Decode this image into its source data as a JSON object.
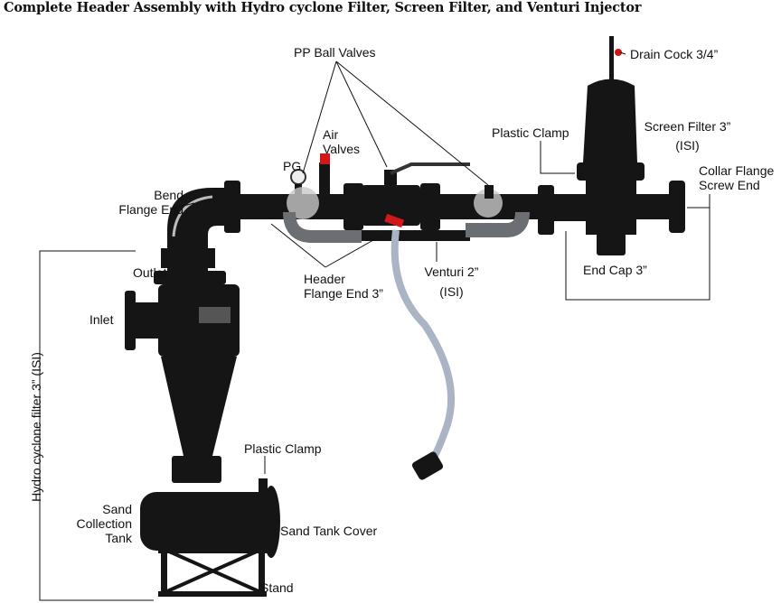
{
  "title": "Complete Header Assembly with Hydro cyclone Filter, Screen Filter, and Venturi  Injector",
  "labels": {
    "pp_ball_valves": "PP Ball Valves",
    "air_valves_1": "Air",
    "air_valves_2": "Valves",
    "pg": "PG",
    "bend_1": "Bend",
    "bend_2": "Flange End",
    "outlet": "Outlet",
    "inlet": "Inlet",
    "header_1": "Header",
    "header_2": "Flange End 3”",
    "venturi_1": "Venturi 2”",
    "venturi_2": "(ISI)",
    "plastic_clamp_top": "Plastic Clamp",
    "drain_cock": "Drain Cock 3/4”",
    "screen_1": "Screen Filter 3”",
    "screen_2": "(ISI)",
    "collar_1": "Collar Flange",
    "collar_2": "Screw End",
    "end_cap": "End Cap 3”",
    "hydro_cyclone": "Hydro cyclone filter 3”  (ISI)",
    "plastic_clamp_bottom": "Plastic Clamp",
    "sand_1": "Sand",
    "sand_2": "Collection",
    "sand_3": "Tank",
    "sand_tank_cover": "Sand Tank Cover",
    "stand": "Stand"
  },
  "colors": {
    "equipment": "#151515",
    "grey_pipe": "#6b6e72",
    "red_cap": "#d01818",
    "hose": "#aab4c4"
  }
}
